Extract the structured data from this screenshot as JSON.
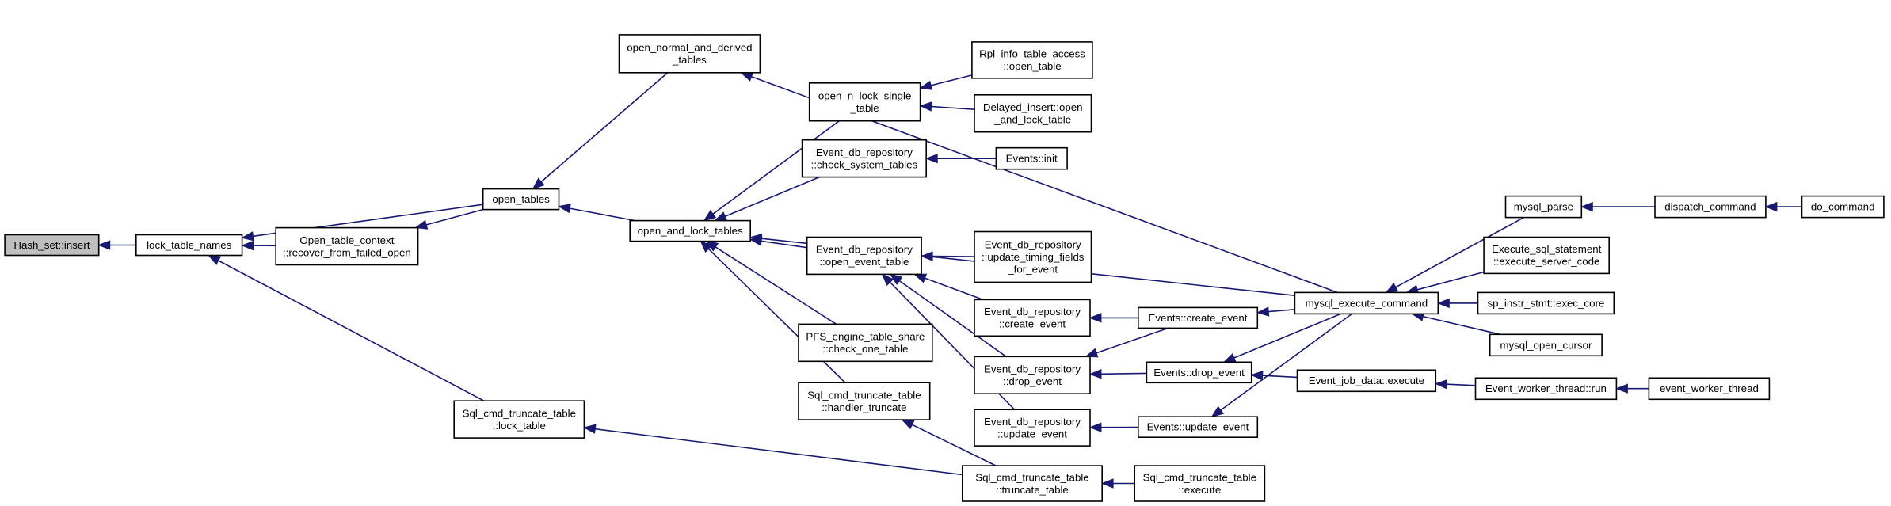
{
  "diagram": {
    "colors": {
      "edge": "#191970",
      "node_border": "#000000",
      "node_fill": "#ffffff",
      "root_fill": "#bfbfbf"
    },
    "nodes": [
      {
        "id": "hash_set_insert",
        "lines": [
          "Hash_set::insert"
        ],
        "root": true
      },
      {
        "id": "lock_table_names",
        "lines": [
          "lock_table_names"
        ]
      },
      {
        "id": "open_tables",
        "lines": [
          "open_tables"
        ]
      },
      {
        "id": "open_table_context_recover",
        "lines": [
          "Open_table_context",
          "::recover_from_failed_open"
        ]
      },
      {
        "id": "sql_cmd_truncate_lock_table",
        "lines": [
          "Sql_cmd_truncate_table",
          "::lock_table"
        ]
      },
      {
        "id": "open_normal_and_derived_tables",
        "lines": [
          "open_normal_and_derived",
          "_tables"
        ]
      },
      {
        "id": "open_and_lock_tables",
        "lines": [
          "open_and_lock_tables"
        ]
      },
      {
        "id": "open_n_lock_single_table",
        "lines": [
          "open_n_lock_single",
          "_table"
        ]
      },
      {
        "id": "event_db_check_system_tables",
        "lines": [
          "Event_db_repository",
          "::check_system_tables"
        ]
      },
      {
        "id": "event_db_open_event_table",
        "lines": [
          "Event_db_repository",
          "::open_event_table"
        ]
      },
      {
        "id": "pfs_check_one_table",
        "lines": [
          "PFS_engine_table_share",
          "::check_one_table"
        ]
      },
      {
        "id": "sql_cmd_handler_truncate",
        "lines": [
          "Sql_cmd_truncate_table",
          "::handler_truncate"
        ]
      },
      {
        "id": "rpl_info_open_table",
        "lines": [
          "Rpl_info_table_access",
          "::open_table"
        ]
      },
      {
        "id": "delayed_insert_open_and_lock",
        "lines": [
          "Delayed_insert::open",
          "_and_lock_table"
        ]
      },
      {
        "id": "events_init",
        "lines": [
          "Events::init"
        ]
      },
      {
        "id": "event_db_update_timing",
        "lines": [
          "Event_db_repository",
          "::update_timing_fields",
          "_for_event"
        ]
      },
      {
        "id": "event_db_create_event",
        "lines": [
          "Event_db_repository",
          "::create_event"
        ]
      },
      {
        "id": "event_db_drop_event",
        "lines": [
          "Event_db_repository",
          "::drop_event"
        ]
      },
      {
        "id": "event_db_update_event",
        "lines": [
          "Event_db_repository",
          "::update_event"
        ]
      },
      {
        "id": "sql_cmd_truncate_table",
        "lines": [
          "Sql_cmd_truncate_table",
          "::truncate_table"
        ]
      },
      {
        "id": "events_create_event",
        "lines": [
          "Events::create_event"
        ]
      },
      {
        "id": "events_drop_event",
        "lines": [
          "Events::drop_event"
        ]
      },
      {
        "id": "events_update_event",
        "lines": [
          "Events::update_event"
        ]
      },
      {
        "id": "sql_cmd_truncate_execute",
        "lines": [
          "Sql_cmd_truncate_table",
          "::execute"
        ]
      },
      {
        "id": "mysql_execute_command",
        "lines": [
          "mysql_execute_command"
        ]
      },
      {
        "id": "event_job_data_execute",
        "lines": [
          "Event_job_data::execute"
        ]
      },
      {
        "id": "mysql_parse",
        "lines": [
          "mysql_parse"
        ]
      },
      {
        "id": "execute_sql_statement",
        "lines": [
          "Execute_sql_statement",
          "::execute_server_code"
        ]
      },
      {
        "id": "sp_instr_stmt_exec_core",
        "lines": [
          "sp_instr_stmt::exec_core"
        ]
      },
      {
        "id": "mysql_open_cursor",
        "lines": [
          "mysql_open_cursor"
        ]
      },
      {
        "id": "event_worker_thread_run",
        "lines": [
          "Event_worker_thread::run"
        ]
      },
      {
        "id": "dispatch_command",
        "lines": [
          "dispatch_command"
        ]
      },
      {
        "id": "event_worker_thread",
        "lines": [
          "event_worker_thread"
        ]
      },
      {
        "id": "do_command",
        "lines": [
          "do_command"
        ]
      }
    ],
    "edges": [
      [
        "lock_table_names",
        "hash_set_insert"
      ],
      [
        "open_tables",
        "lock_table_names"
      ],
      [
        "open_table_context_recover",
        "lock_table_names"
      ],
      [
        "sql_cmd_truncate_lock_table",
        "lock_table_names"
      ],
      [
        "open_tables",
        "open_table_context_recover"
      ],
      [
        "open_and_lock_tables",
        "open_tables"
      ],
      [
        "open_normal_and_derived_tables",
        "open_tables"
      ],
      [
        "sql_cmd_truncate_table",
        "sql_cmd_truncate_lock_table"
      ],
      [
        "mysql_execute_command",
        "open_normal_and_derived_tables"
      ],
      [
        "open_n_lock_single_table",
        "open_and_lock_tables"
      ],
      [
        "event_db_check_system_tables",
        "open_and_lock_tables"
      ],
      [
        "event_db_open_event_table",
        "open_and_lock_tables"
      ],
      [
        "pfs_check_one_table",
        "open_and_lock_tables"
      ],
      [
        "sql_cmd_handler_truncate",
        "open_and_lock_tables"
      ],
      [
        "mysql_execute_command",
        "open_and_lock_tables"
      ],
      [
        "rpl_info_open_table",
        "open_n_lock_single_table"
      ],
      [
        "delayed_insert_open_and_lock",
        "open_n_lock_single_table"
      ],
      [
        "events_init",
        "event_db_check_system_tables"
      ],
      [
        "event_db_update_timing",
        "event_db_open_event_table"
      ],
      [
        "event_db_create_event",
        "event_db_open_event_table"
      ],
      [
        "event_db_drop_event",
        "event_db_open_event_table"
      ],
      [
        "event_db_update_event",
        "event_db_open_event_table"
      ],
      [
        "sql_cmd_truncate_table",
        "sql_cmd_handler_truncate"
      ],
      [
        "events_create_event",
        "event_db_create_event"
      ],
      [
        "events_drop_event",
        "event_db_drop_event"
      ],
      [
        "events_create_event",
        "event_db_drop_event"
      ],
      [
        "events_update_event",
        "event_db_update_event"
      ],
      [
        "sql_cmd_truncate_execute",
        "sql_cmd_truncate_table"
      ],
      [
        "mysql_execute_command",
        "events_create_event"
      ],
      [
        "mysql_execute_command",
        "events_drop_event"
      ],
      [
        "event_job_data_execute",
        "events_drop_event"
      ],
      [
        "mysql_execute_command",
        "events_update_event"
      ],
      [
        "mysql_parse",
        "mysql_execute_command"
      ],
      [
        "execute_sql_statement",
        "mysql_execute_command"
      ],
      [
        "sp_instr_stmt_exec_core",
        "mysql_execute_command"
      ],
      [
        "mysql_open_cursor",
        "mysql_execute_command"
      ],
      [
        "event_worker_thread_run",
        "event_job_data_execute"
      ],
      [
        "dispatch_command",
        "mysql_parse"
      ],
      [
        "event_worker_thread",
        "event_worker_thread_run"
      ],
      [
        "do_command",
        "dispatch_command"
      ]
    ]
  }
}
